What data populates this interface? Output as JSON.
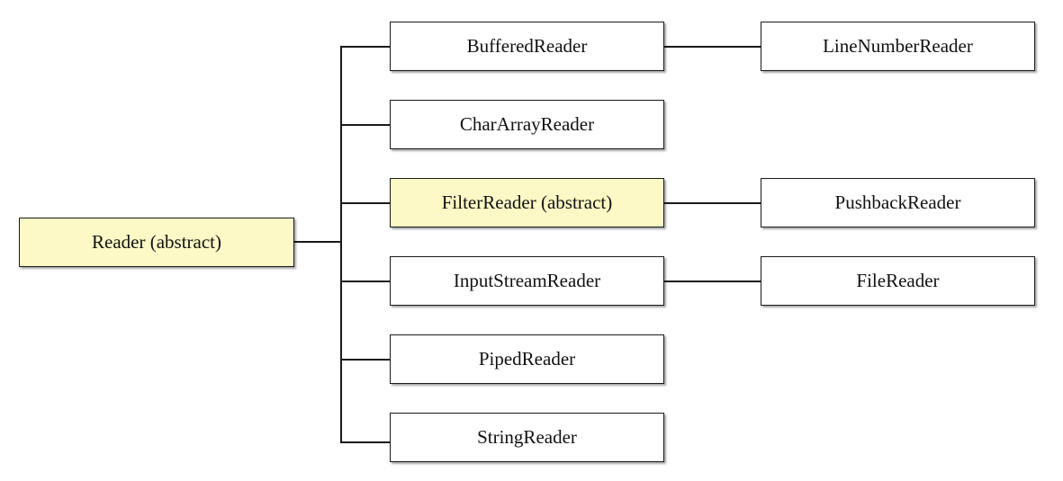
{
  "diagram": {
    "root": {
      "label": "Reader (abstract)",
      "abstract": true
    },
    "children": [
      {
        "label": "BufferedReader",
        "abstract": false,
        "subclass": "LineNumberReader"
      },
      {
        "label": "CharArrayReader",
        "abstract": false
      },
      {
        "label": "FilterReader (abstract)",
        "abstract": true,
        "subclass": "PushbackReader"
      },
      {
        "label": "InputStreamReader",
        "abstract": false,
        "subclass": "FileReader"
      },
      {
        "label": "PipedReader",
        "abstract": false
      },
      {
        "label": "StringReader",
        "abstract": false
      }
    ],
    "colors": {
      "abstract_fill": "#fdf9c6",
      "concrete_fill": "#ffffff",
      "line": "#1a1a1a"
    }
  }
}
